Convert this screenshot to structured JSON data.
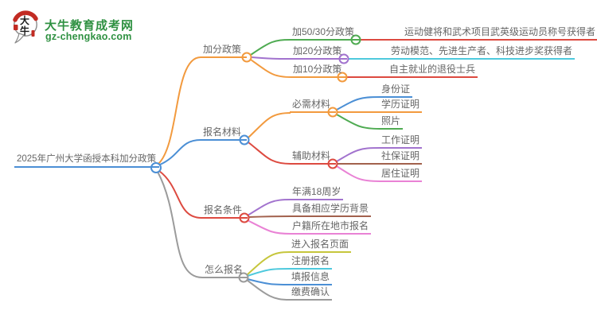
{
  "logo": {
    "icon_line1": "大",
    "icon_line2": "牛",
    "title": "大牛教育成考网",
    "subtitle": "gz-chengkao.com"
  },
  "mindmap": {
    "root": {
      "label": "2025年广州大学函授本科加分政策"
    },
    "branches": [
      {
        "label": "加分政策",
        "children": [
          {
            "label": "加50/30分政策",
            "children": [
              {
                "label": "运动健将和武术项目武英级运动员称号获得者"
              }
            ]
          },
          {
            "label": "加20分政策",
            "children": [
              {
                "label": "劳动模范、先进生产者、科技进步奖获得者"
              }
            ]
          },
          {
            "label": "加10分政策",
            "children": [
              {
                "label": "自主就业的退役士兵"
              }
            ]
          }
        ]
      },
      {
        "label": "报名材料",
        "children": [
          {
            "label": "必需材料",
            "children": [
              {
                "label": "身份证"
              },
              {
                "label": "学历证明"
              },
              {
                "label": "照片"
              }
            ]
          },
          {
            "label": "辅助材料",
            "children": [
              {
                "label": "工作证明"
              },
              {
                "label": "社保证明"
              },
              {
                "label": "居住证明"
              }
            ]
          }
        ]
      },
      {
        "label": "报名条件",
        "children": [
          {
            "label": "年满18周岁"
          },
          {
            "label": "具备相应学历背景"
          },
          {
            "label": "户籍所在地市报名"
          }
        ]
      },
      {
        "label": "怎么报名",
        "children": [
          {
            "label": "进入报名页面"
          },
          {
            "label": "注册报名"
          },
          {
            "label": "填报信息"
          },
          {
            "label": "缴费确认"
          }
        ]
      }
    ]
  },
  "colors": {
    "blue": "#4b8fd5",
    "orange": "#f29a3e",
    "red": "#dd4a40",
    "gray": "#9b9b9b",
    "green": "#4fab52",
    "purple": "#a273ce",
    "cyan": "#4ec9dd",
    "brown": "#a2614d",
    "pink": "#e982d5",
    "olive": "#c6c63c",
    "text": "#666666",
    "logo_green": "#2f9142",
    "logo_red": "#c22b23"
  }
}
